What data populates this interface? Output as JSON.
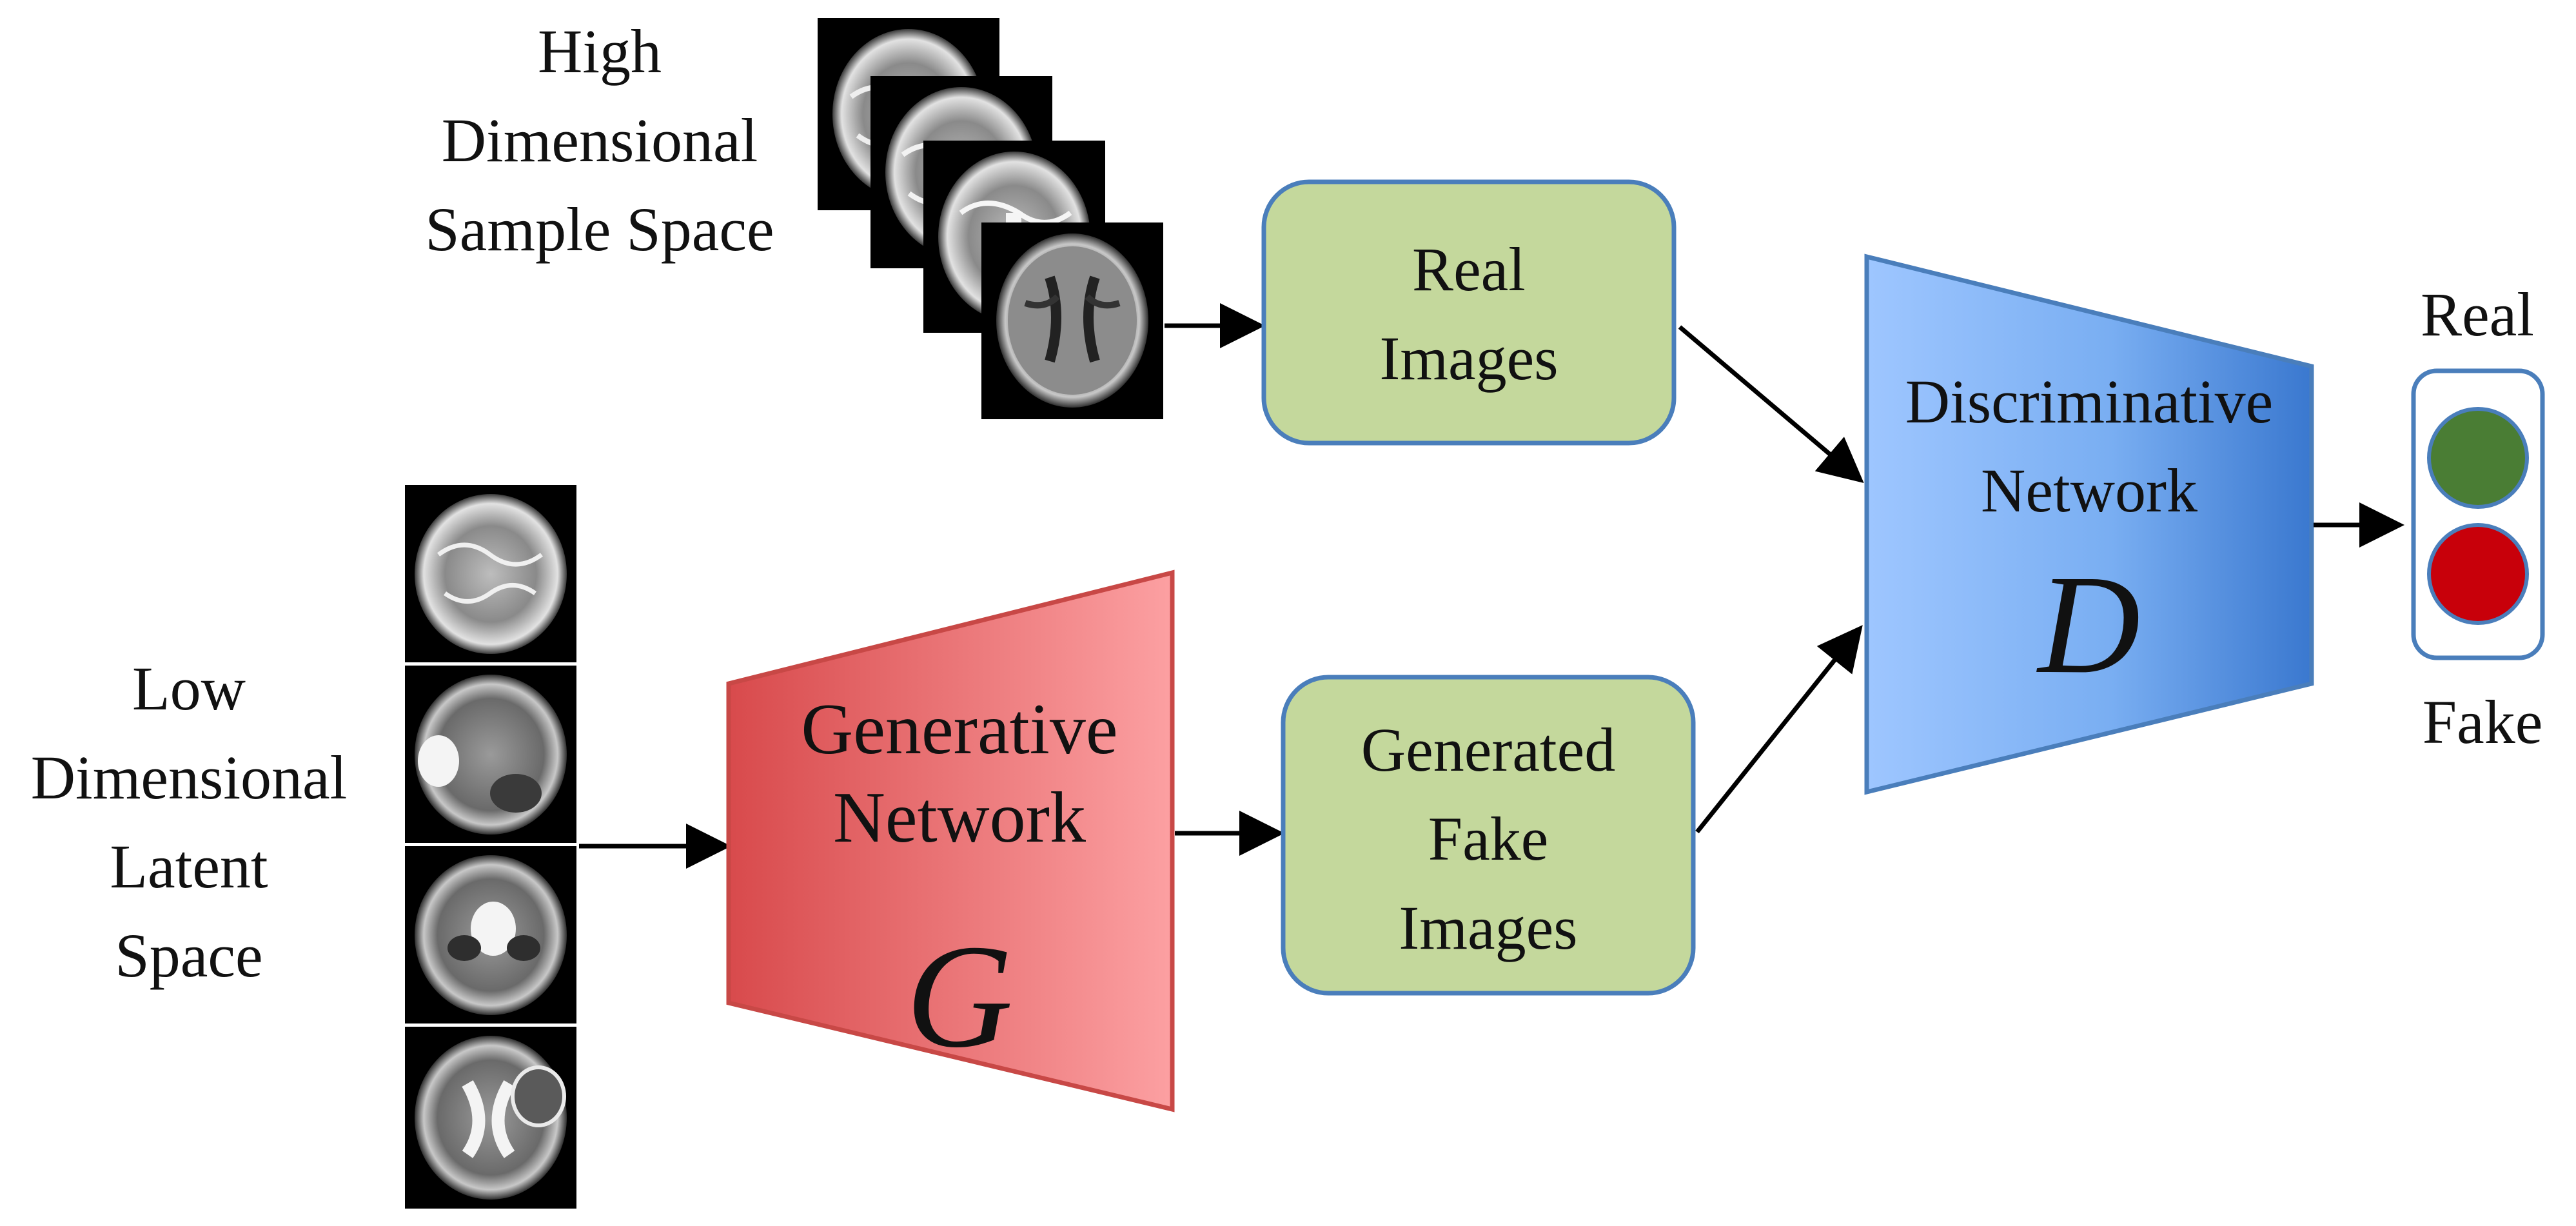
{
  "labels": {
    "high_space_line1": "High",
    "high_space_line2": "Dimensional",
    "high_space_line3": "Sample Space",
    "low_space_line1": "Low",
    "low_space_line2": "Dimensional",
    "low_space_line3": "Latent",
    "low_space_line4": "Space",
    "real_images_line1": "Real",
    "real_images_line2": "Images",
    "fake_images_line1": "Generated",
    "fake_images_line2": "Fake",
    "fake_images_line3": "Images",
    "generator_line1": "Generative",
    "generator_line2": "Network",
    "generator_symbol": "G",
    "discriminator_line1": "Discriminative",
    "discriminator_line2": "Network",
    "discriminator_symbol": "D",
    "output_real": "Real",
    "output_fake": "Fake"
  },
  "colors": {
    "box_fill": "#c4d89c",
    "box_stroke": "#4a7ebb",
    "generator_dark": "#d84a4c",
    "generator_light": "#fca0a2",
    "generator_stroke": "#c84846",
    "discriminator_light": "#9ec6ff",
    "discriminator_dark": "#3a78cf",
    "discriminator_stroke": "#4a7ebb",
    "light_real": "#4a7d34",
    "light_fake": "#c8000a",
    "arrow": "#000000"
  }
}
